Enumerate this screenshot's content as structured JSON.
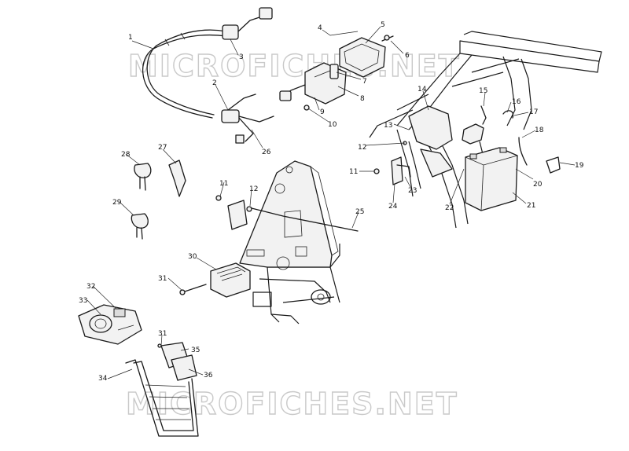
{
  "watermarks": [
    "MICROFICHES.NET",
    "MICROFICHES.NET"
  ],
  "callouts": [
    {
      "id": "c1",
      "label": "1"
    },
    {
      "id": "c2",
      "label": "2"
    },
    {
      "id": "c3",
      "label": "3"
    },
    {
      "id": "c4",
      "label": "4"
    },
    {
      "id": "c5",
      "label": "5"
    },
    {
      "id": "c6",
      "label": "6"
    },
    {
      "id": "c7",
      "label": "7"
    },
    {
      "id": "c8",
      "label": "8"
    },
    {
      "id": "c9",
      "label": "9"
    },
    {
      "id": "c10",
      "label": "10"
    },
    {
      "id": "c11a",
      "label": "11"
    },
    {
      "id": "c11b",
      "label": "11"
    },
    {
      "id": "c12a",
      "label": "12"
    },
    {
      "id": "c12b",
      "label": "12"
    },
    {
      "id": "c13",
      "label": "13"
    },
    {
      "id": "c14",
      "label": "14"
    },
    {
      "id": "c15",
      "label": "15"
    },
    {
      "id": "c16",
      "label": "16"
    },
    {
      "id": "c17",
      "label": "17"
    },
    {
      "id": "c18",
      "label": "18"
    },
    {
      "id": "c19",
      "label": "19"
    },
    {
      "id": "c20",
      "label": "20"
    },
    {
      "id": "c21",
      "label": "21"
    },
    {
      "id": "c22",
      "label": "22"
    },
    {
      "id": "c23",
      "label": "23"
    },
    {
      "id": "c24",
      "label": "24"
    },
    {
      "id": "c25",
      "label": "25"
    },
    {
      "id": "c26",
      "label": "26"
    },
    {
      "id": "c27",
      "label": "27"
    },
    {
      "id": "c28",
      "label": "28"
    },
    {
      "id": "c29",
      "label": "29"
    },
    {
      "id": "c30",
      "label": "30"
    },
    {
      "id": "c31a",
      "label": "31"
    },
    {
      "id": "c31b",
      "label": "31"
    },
    {
      "id": "c32",
      "label": "32"
    },
    {
      "id": "c33",
      "label": "33"
    },
    {
      "id": "c34",
      "label": "34"
    },
    {
      "id": "c35",
      "label": "35"
    },
    {
      "id": "c36",
      "label": "36"
    }
  ]
}
